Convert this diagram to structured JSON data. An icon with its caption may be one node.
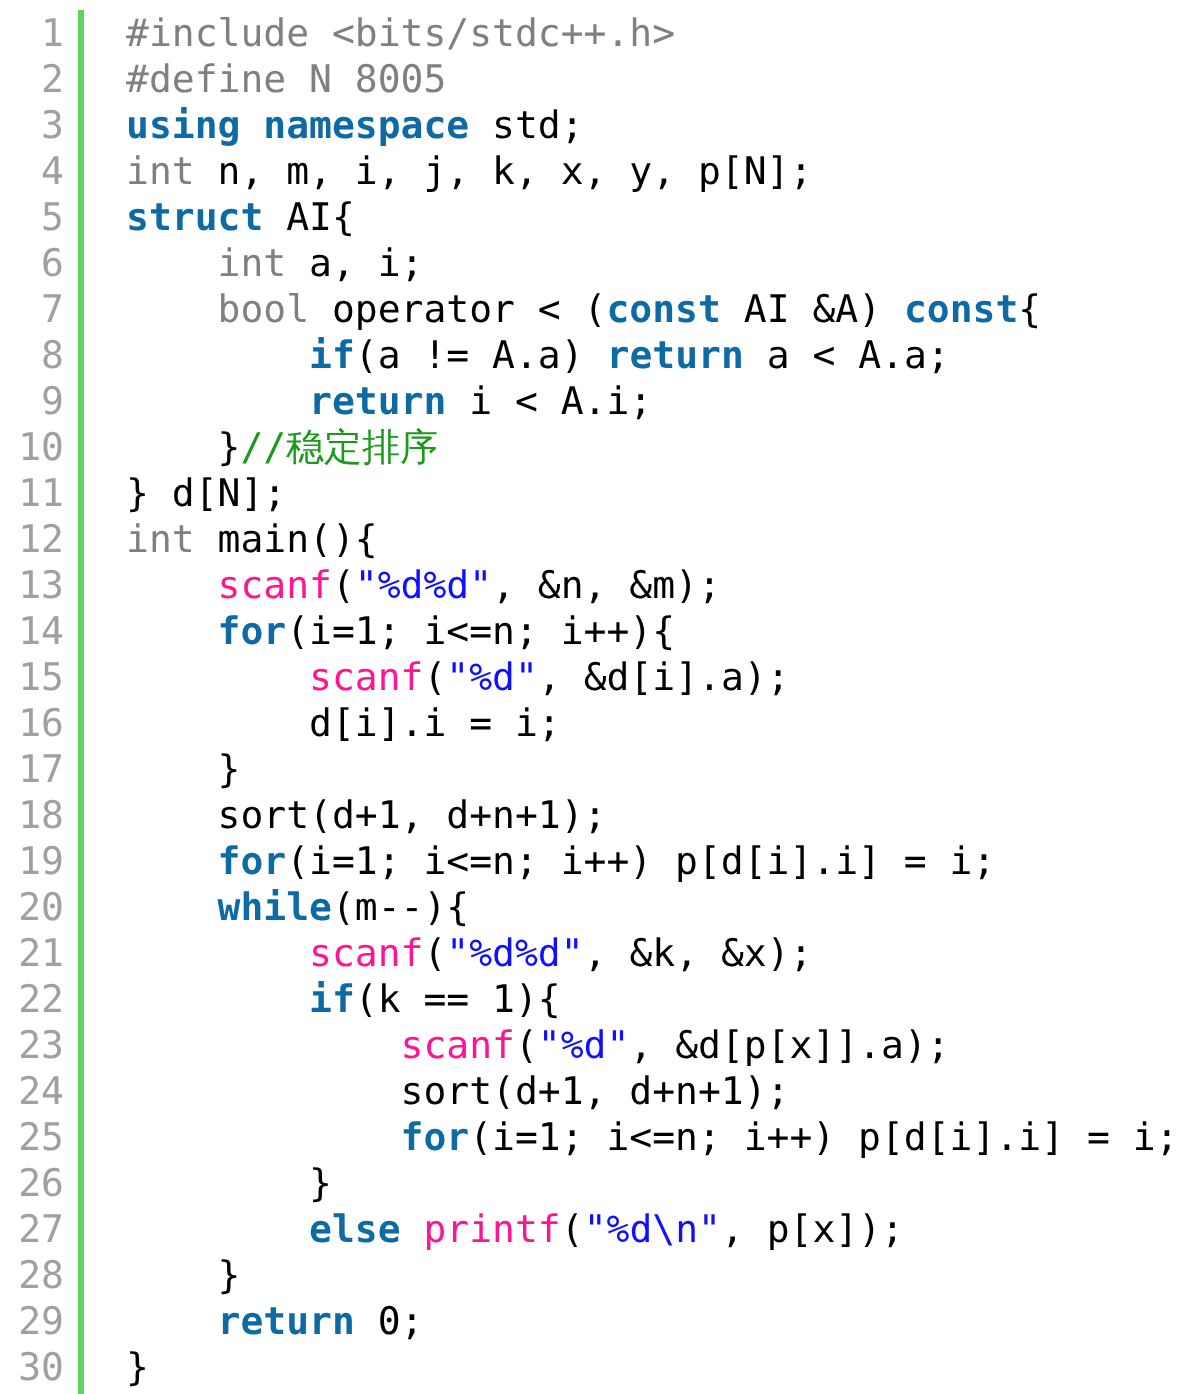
{
  "diagram": {
    "labels": [
      "1",
      "#include <bits/stdc++.h>",
      "2",
      "#define N 8005",
      "3",
      "using namespace std;",
      "4",
      "int n, m, i, j, k, x, y, p[N];",
      "5",
      "struct AI{",
      "6",
      "int a, i;",
      "7",
      "bool operator < (const AI &A) const{",
      "8",
      "if(a != A.a) return a < A.a;",
      "9",
      "return i < A.i;",
      "10",
      "}",
      "//稳定排序",
      "11",
      "} d[N];",
      "12",
      "int main(){",
      "13",
      "scanf(\"%d%d\", &n, &m);",
      "14",
      "for(i=1; i<=n; i++){",
      "15",
      "scanf(\"%d\", &d[i].a);",
      "16",
      "d[i].i = i;",
      "17",
      "}",
      "18",
      "sort(d+1, d+n+1);",
      "19",
      "for(i=1; i<=n; i++) p[d[i].i] = i;",
      "20",
      "while(m--){",
      "21",
      "scanf(\"%d%d\", &k, &x);",
      "22",
      "if(k == 1){",
      "23",
      "scanf(\"%d\", &d[p[x]].a);",
      "24",
      "sort(d+1, d+n+1);",
      "25",
      "for(i=1; i<=n; i++) p[d[i].i] = i;",
      "26",
      "}",
      "27",
      "else printf(\"%d\\n\", p[x]);",
      "28",
      "}",
      "29",
      "return 0;",
      "30",
      "}"
    ]
  }
}
